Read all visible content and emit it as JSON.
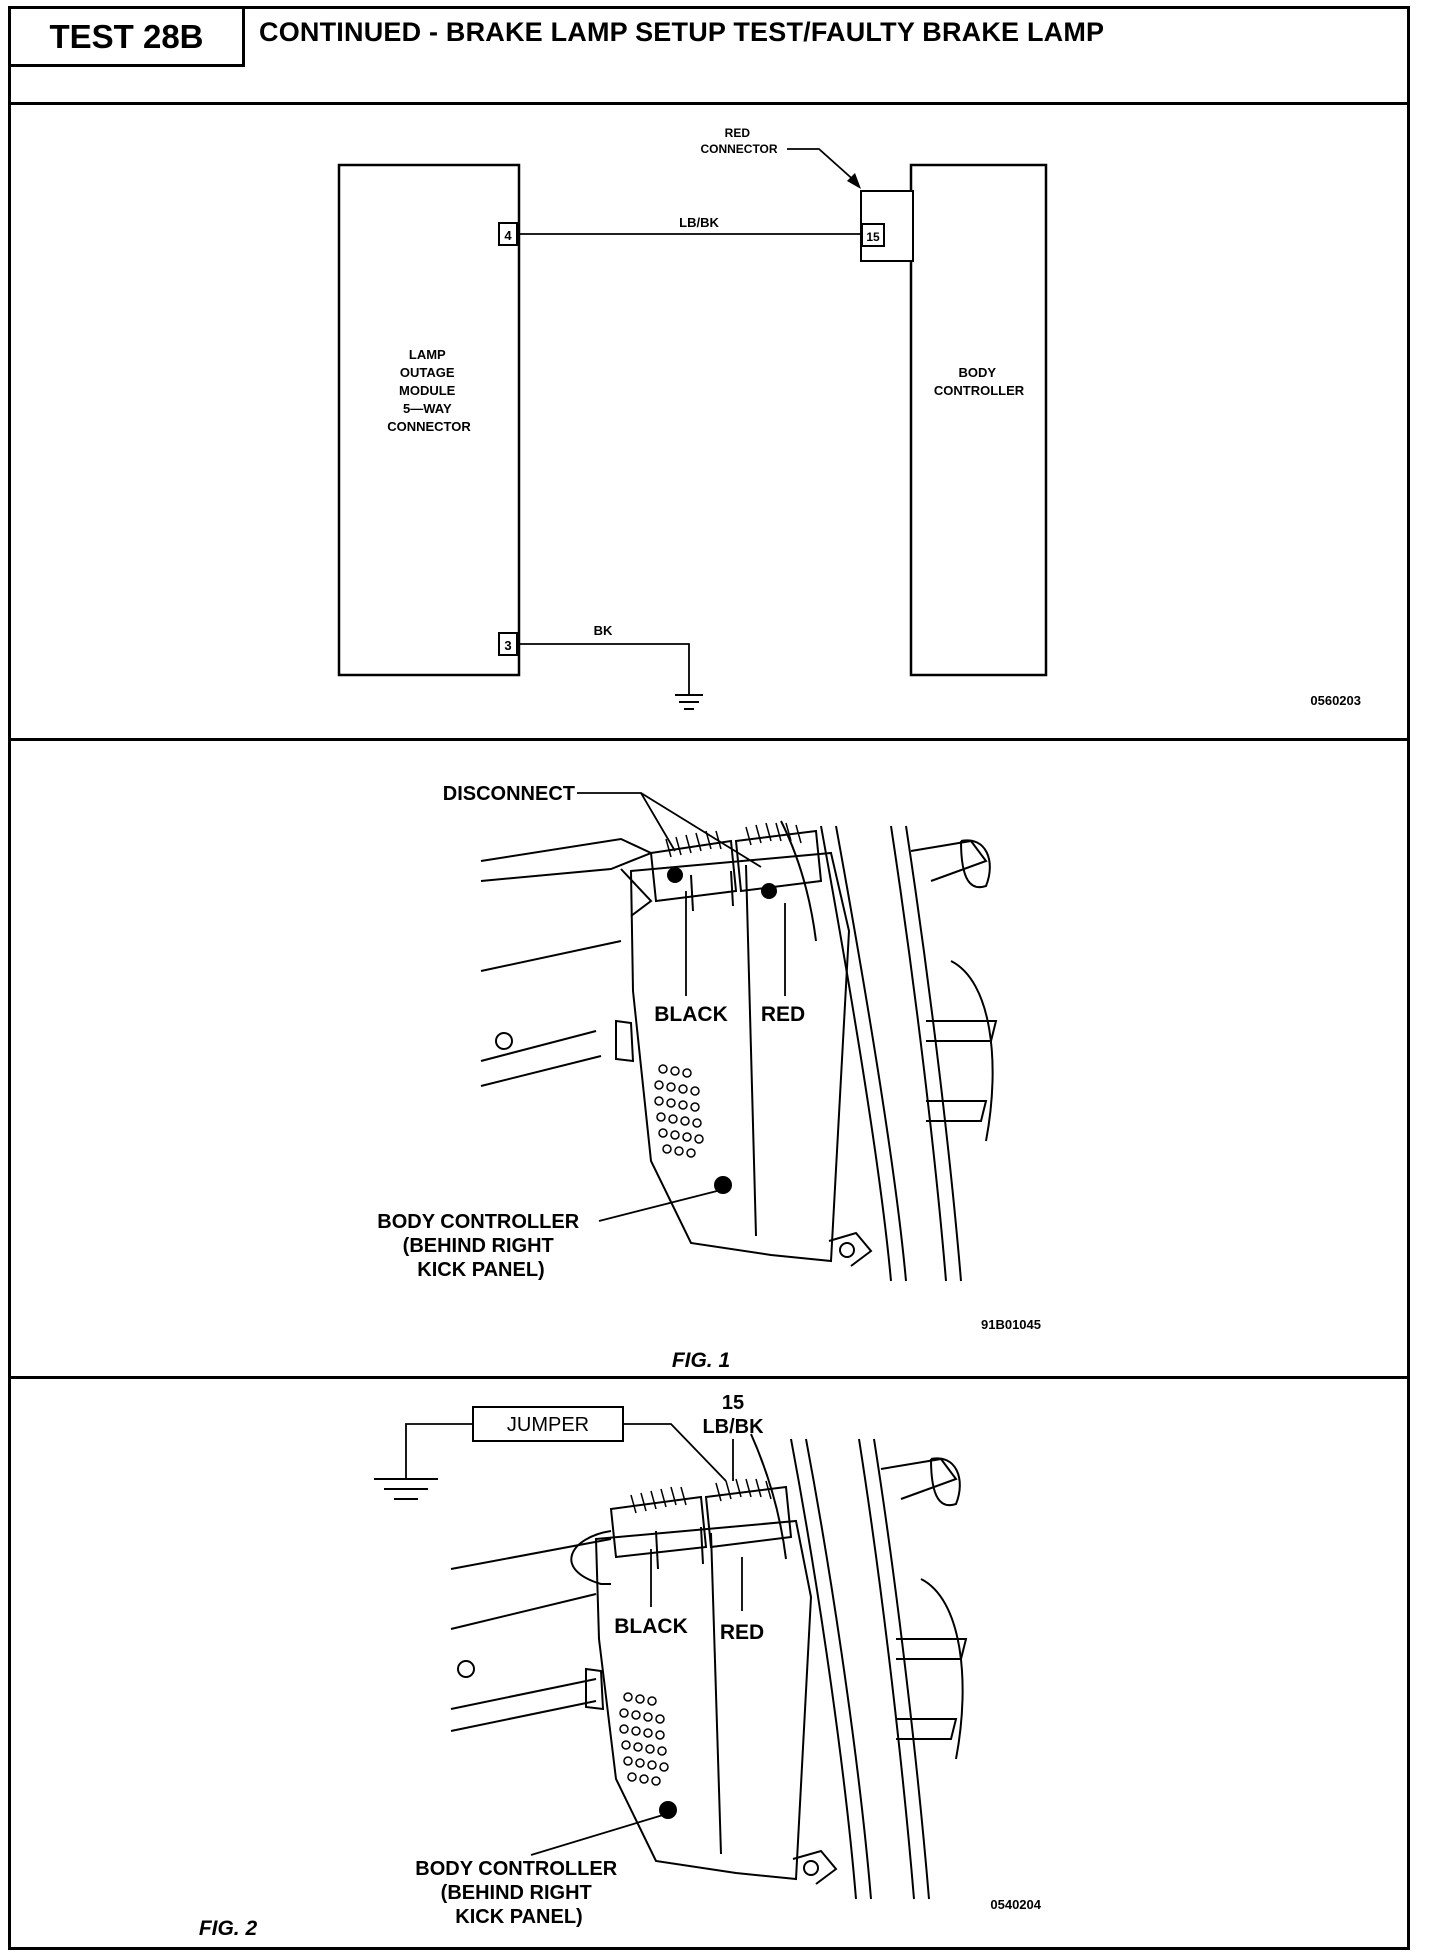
{
  "header": {
    "test_id": "TEST 28B",
    "title": "CONTINUED - BRAKE LAMP SETUP TEST/FAULTY BRAKE LAMP"
  },
  "schematic": {
    "red_connector_label_line1": "RED",
    "red_connector_label_line2": "CONNECTOR",
    "lamp_module_lines": [
      "LAMP",
      "OUTAGE",
      "MODULE",
      "5—WAY",
      "CONNECTOR"
    ],
    "body_controller_lines": [
      "BODY",
      "CONTROLLER"
    ],
    "pin_4": "4",
    "pin_3": "3",
    "pin_15": "15",
    "wire_top": "LB/BK",
    "wire_bottom": "BK",
    "figure_code": "0560203"
  },
  "fig1": {
    "disconnect": "DISCONNECT",
    "black": "BLACK",
    "red": "RED",
    "bc_line1": "BODY CONTROLLER",
    "bc_line2": "(BEHIND RIGHT",
    "bc_line3": "KICK PANEL)",
    "figure_code": "91B01045",
    "caption": "FIG. 1"
  },
  "fig2": {
    "jumper": "JUMPER",
    "pin": "15",
    "wire": "LB/BK",
    "black": "BLACK",
    "red": "RED",
    "bc_line1": "BODY CONTROLLER",
    "bc_line2": "(BEHIND RIGHT",
    "bc_line3": "KICK PANEL)",
    "figure_code": "0540204",
    "caption": "FIG. 2"
  }
}
